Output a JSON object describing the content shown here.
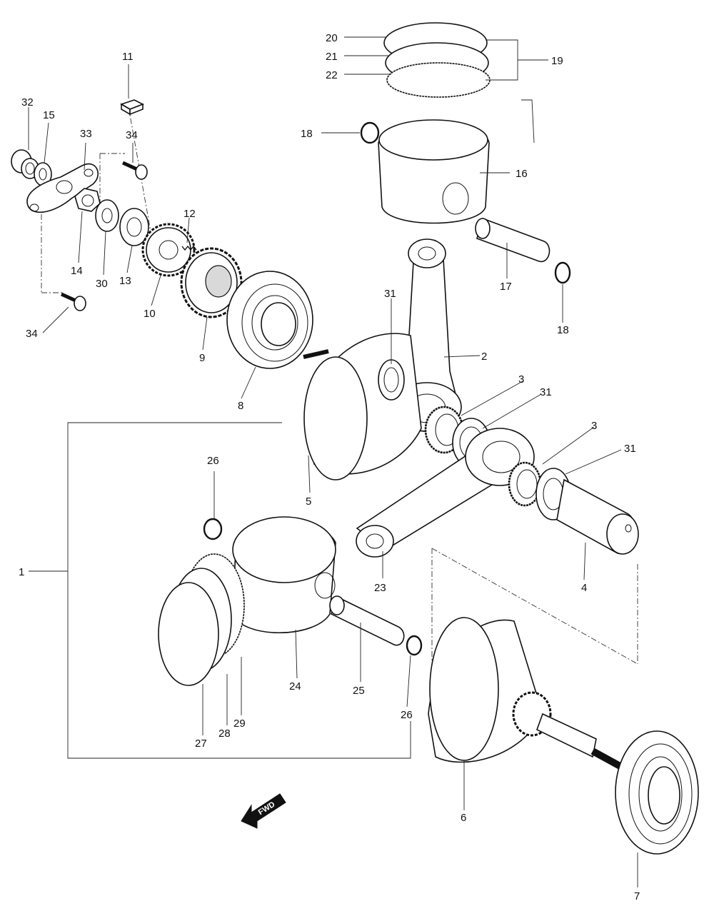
{
  "labels": {
    "l1": "1",
    "l2": "2",
    "l3a": "3",
    "l3b": "3",
    "l4": "4",
    "l5": "5",
    "l6": "6",
    "l7": "7",
    "l8": "8",
    "l9": "9",
    "l10": "10",
    "l11": "11",
    "l12": "12",
    "l13": "13",
    "l14": "14",
    "l15": "15",
    "l16": "16",
    "l17": "17",
    "l18a": "18",
    "l18b": "18",
    "l19": "19",
    "l20": "20",
    "l21": "21",
    "l22": "22",
    "l23": "23",
    "l24": "24",
    "l25": "25",
    "l26a": "26",
    "l26b": "26",
    "l27": "27",
    "l28": "28",
    "l29": "29",
    "l30": "30",
    "l31a": "31",
    "l31b": "31",
    "l31c": "31",
    "l32": "32",
    "l33": "33",
    "l34a": "34",
    "l34b": "34"
  },
  "fwd_badge": "FWD"
}
